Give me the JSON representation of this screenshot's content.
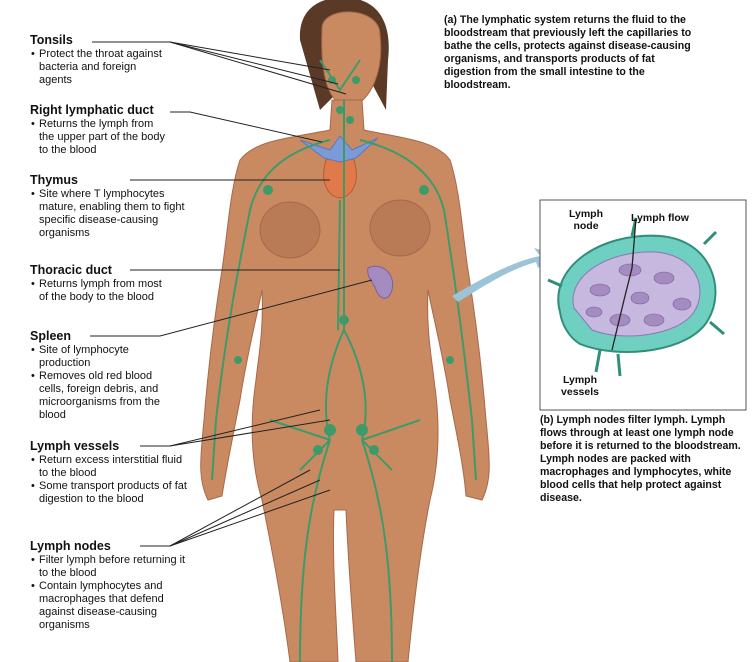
{
  "labels": [
    {
      "title": "Tonsils",
      "bullets": [
        "Protect the throat against bacteria and foreign agents"
      ]
    },
    {
      "title": "Right lymphatic duct",
      "bullets": [
        "Returns the lymph from the upper part of the body to the blood"
      ]
    },
    {
      "title": "Thymus",
      "bullets": [
        "Site where T lymphocytes mature, enabling them to fight specific disease-causing organisms"
      ]
    },
    {
      "title": "Thoracic duct",
      "bullets": [
        "Returns lymph from most of the body to the blood"
      ]
    },
    {
      "title": "Spleen",
      "bullets": [
        "Site of lymphocyte production",
        "Removes old red blood cells, foreign debris, and microorganisms from the blood"
      ]
    },
    {
      "title": "Lymph vessels",
      "bullets": [
        "Return excess interstitial fluid to the blood",
        "Some transport products of fat digestion to the blood"
      ]
    },
    {
      "title": "Lymph nodes",
      "bullets": [
        "Filter lymph before returning it to the blood",
        "Contain lymphocytes and macrophages that defend against disease-causing organisms"
      ]
    }
  ],
  "caption_a": {
    "tag": "(a)",
    "text": "The lymphatic system returns the fluid to the bloodstream that previously left the capillaries to bathe the cells, protects against disease-causing organisms, and transports products of fat digestion from the small intestine to the bloodstream."
  },
  "caption_b": {
    "tag": "(b)",
    "text": "Lymph nodes filter lymph. Lymph flows through at least one lymph node before it is returned to the bloodstream. Lymph nodes are packed with macrophages and lymphocytes, white blood cells that help protect against disease."
  },
  "inset": {
    "node_label": "Lymph node",
    "flow_label": "Lymph flow",
    "vessels_label": "Lymph vessels"
  },
  "colors": {
    "skin": "#c98a62",
    "skin_shadow": "#a8684a",
    "lymph": "#3f9a6a",
    "thymus": "#e07a4a",
    "spleen": "#a58cc0",
    "duct": "#7a9ad8",
    "node_fill": "#6fcfc0",
    "arrow": "#9cc4d8"
  }
}
